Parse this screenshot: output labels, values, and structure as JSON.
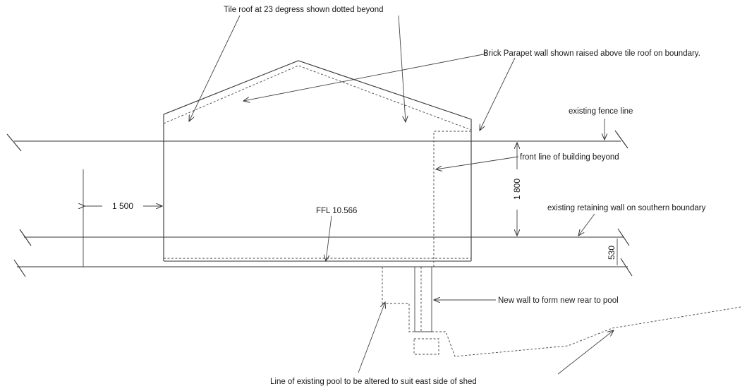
{
  "labels": {
    "tile_roof": "Tile roof at 23 degress shown dotted beyond",
    "parapet": "Brick Parapet wall shown raised above tile roof on boundary.",
    "fence": "existing fence line",
    "front_line": "front line of building beyond",
    "retaining_wall": "existing retaining wall on southern boundary",
    "ffl": "FFL 10.566",
    "new_wall": "New wall to form new rear to pool",
    "pool_line": "Line of existing pool to be altered to suit east side of shed"
  },
  "dimensions": {
    "setback": "1 500",
    "height": "1 800",
    "step": "530"
  }
}
